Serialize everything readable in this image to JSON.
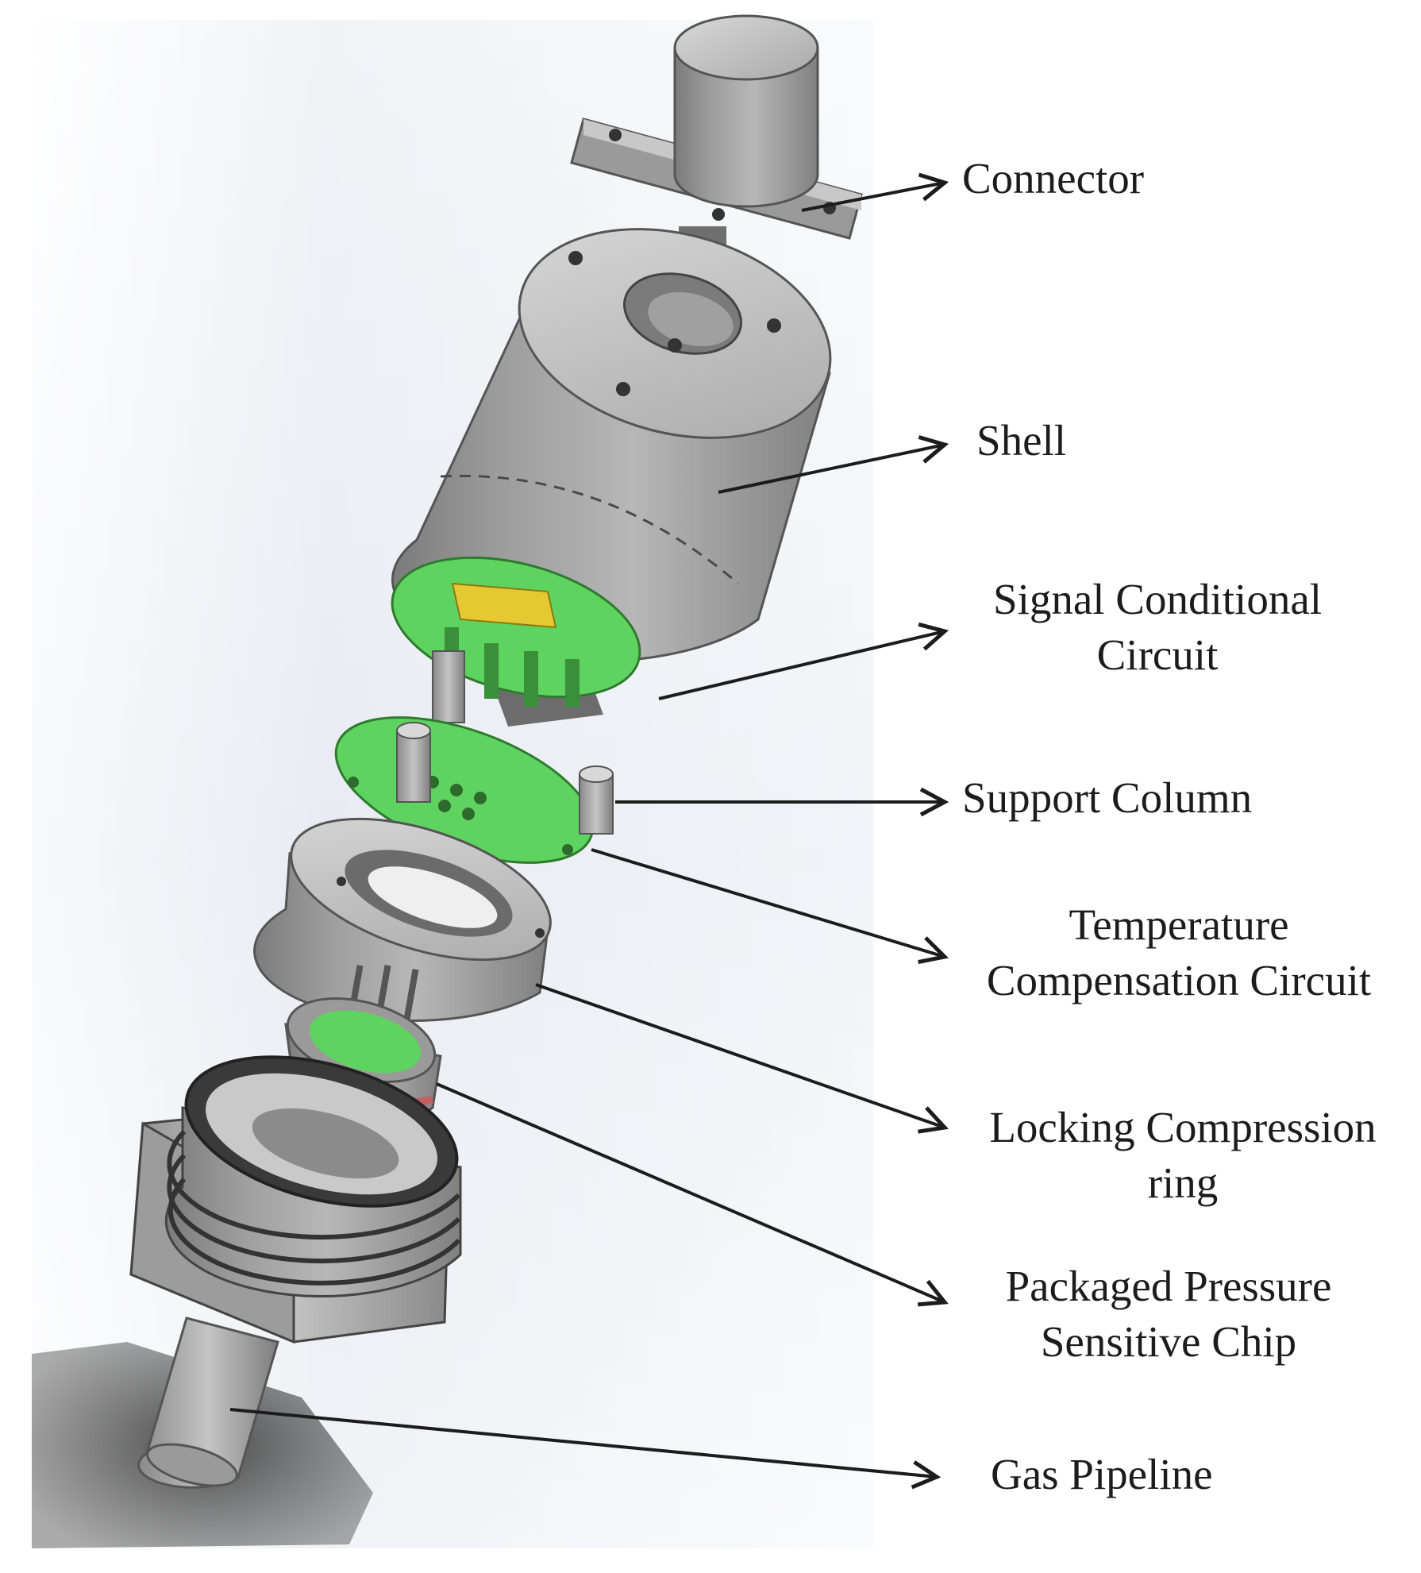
{
  "figure": {
    "components": [
      {
        "id": "connector",
        "lines": [
          "Connector"
        ]
      },
      {
        "id": "shell",
        "lines": [
          "Shell"
        ]
      },
      {
        "id": "signal",
        "lines": [
          "Signal Conditional",
          "Circuit"
        ]
      },
      {
        "id": "support",
        "lines": [
          "Support Column"
        ]
      },
      {
        "id": "temperature",
        "lines": [
          "Temperature",
          "Compensation Circuit"
        ]
      },
      {
        "id": "locking",
        "lines": [
          "Locking Compression",
          "ring"
        ]
      },
      {
        "id": "packaged",
        "lines": [
          "Packaged Pressure",
          "Sensitive Chip"
        ]
      },
      {
        "id": "gas",
        "lines": [
          "Gas Pipeline"
        ]
      }
    ]
  },
  "colors": {
    "metal": "#b9b9b9",
    "pcb_green": "#5fd35f",
    "chip_yellow": "#e6c832",
    "label_text": "#1c1c1c"
  }
}
